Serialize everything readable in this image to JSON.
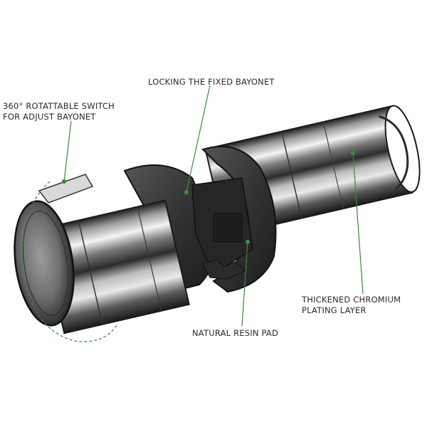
{
  "image": {
    "labels": {
      "locking_bayonet": "LOCKING THE FIXED BAYONET",
      "switch_line1": "360° ROTATTABLE SWITCH",
      "switch_line2": "FOR ADJUST BAYONET",
      "chromium_line1": "THICKENED CHROMIUM",
      "chromium_line2": "PLATING LAYER",
      "resin_pad": "NATURAL RESIN PAD"
    },
    "colors": {
      "leader_line": "#3a8a3a",
      "chrome_dark": "#2e2e2e",
      "chrome_light": "#f2f2f2",
      "resin": "#3b3b3b"
    }
  }
}
